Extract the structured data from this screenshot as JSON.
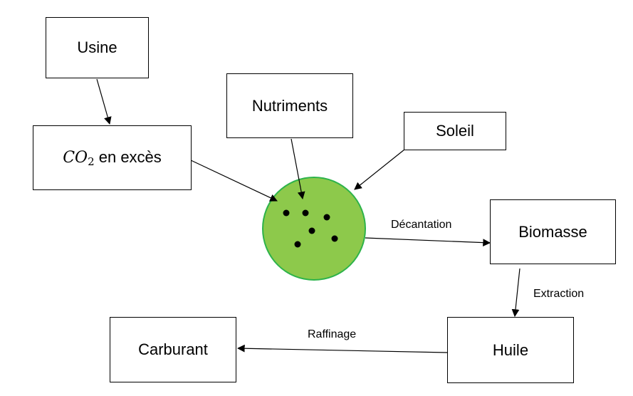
{
  "nodes": {
    "usine": "Usine",
    "co2": {
      "formula_main": "CO",
      "formula_sub": "2",
      "suffix": " en excès"
    },
    "nutriments": "Nutriments",
    "soleil": "Soleil",
    "biomasse": "Biomasse",
    "huile": "Huile",
    "carburant": "Carburant"
  },
  "edge_labels": {
    "decantation": "Décantation",
    "extraction": "Extraction",
    "raffinage": "Raffinage"
  },
  "colors": {
    "culture_fill": "#8dc94b",
    "culture_stroke": "#2db34a",
    "cell_dot": "#000000",
    "line": "#000000"
  }
}
